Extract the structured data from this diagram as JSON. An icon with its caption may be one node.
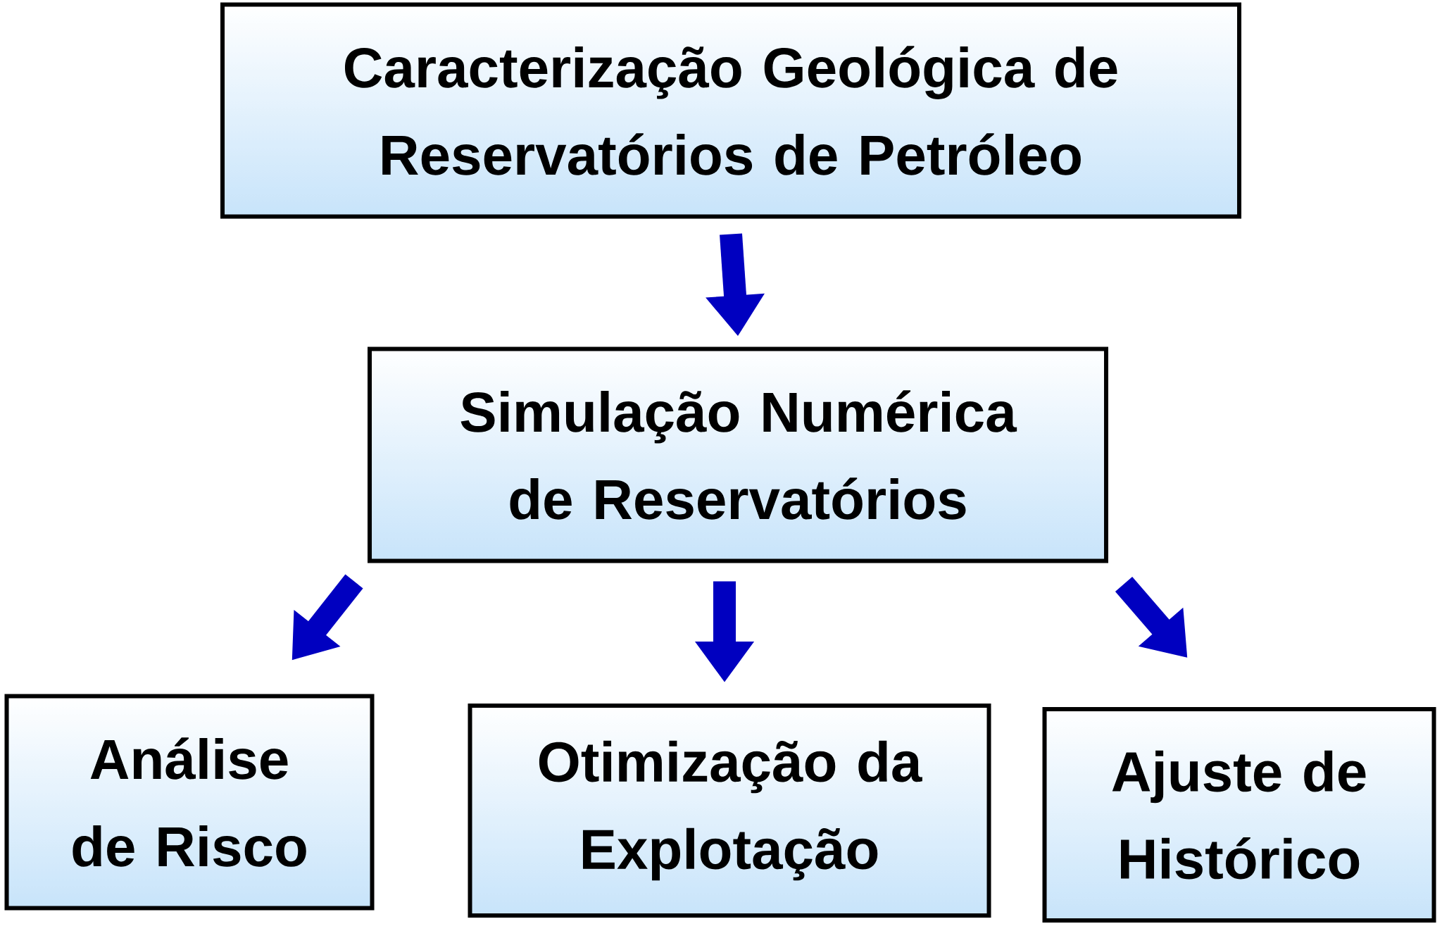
{
  "diagram": {
    "nodes": [
      {
        "text": [
          "Caracterização Geológica de Reservatórios de Petróleo"
        ]
      },
      {
        "text": [
          "Simulação Numérica de Reservatórios"
        ]
      },
      {
        "text": [
          "Análise de Risco"
        ]
      },
      {
        "text": [
          "Otimização da Explotação"
        ]
      },
      {
        "text": [
          "Ajuste de Histórico"
        ]
      }
    ],
    "edges": [
      {
        "from": 0,
        "to": 1,
        "arrow": "to"
      },
      {
        "from": 1,
        "to": 2,
        "arrow": "to"
      },
      {
        "from": 1,
        "to": 3,
        "arrow": "to"
      },
      {
        "from": 1,
        "to": 4,
        "arrow": "to"
      }
    ]
  }
}
